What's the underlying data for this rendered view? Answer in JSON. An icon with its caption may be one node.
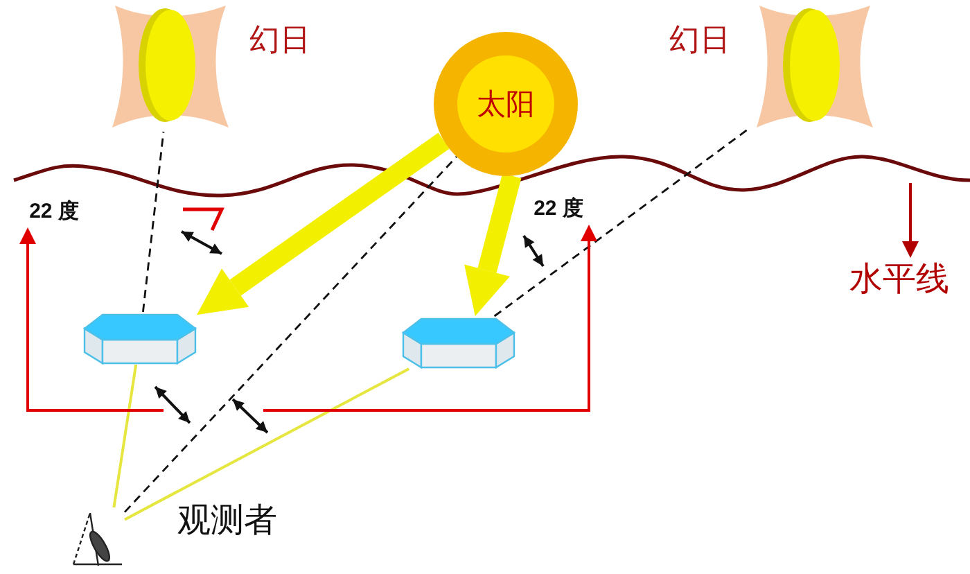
{
  "diagram": {
    "nodes": [
      {
        "text": [
          "太阳"
        ]
      },
      {
        "text": [],
        "shape": "picture",
        "beside": [
          "幻日"
        ]
      },
      {
        "text": [],
        "shape": "picture",
        "beside": [
          "幻日"
        ]
      },
      {
        "text": [],
        "shape": "hexagon"
      },
      {
        "text": [],
        "shape": "hexagon"
      },
      {
        "text": [],
        "shape": "picture",
        "beside": [
          "观测者"
        ]
      },
      {
        "text": [
          "22 度"
        ]
      },
      {
        "text": [
          "22 度"
        ]
      },
      {
        "text": [
          "水平线"
        ]
      }
    ],
    "edges": [
      {
        "from": 0,
        "to": 3,
        "arrow": "to",
        "style": "thick",
        "color": "#f2f000"
      },
      {
        "from": 0,
        "to": 4,
        "arrow": "to",
        "style": "thick",
        "color": "#f2f000"
      },
      {
        "from": 3,
        "to": 5,
        "arrow": "none",
        "color": "#e6e640"
      },
      {
        "from": 4,
        "to": 5,
        "arrow": "none",
        "color": "#e6e640"
      },
      {
        "from": 3,
        "to": 1,
        "arrow": "none",
        "style": "dashed"
      },
      {
        "from": 4,
        "to": 2,
        "arrow": "none",
        "style": "dashed"
      },
      {
        "from": 5,
        "to": 0,
        "arrow": "none",
        "style": "dashed"
      },
      {
        "from": null,
        "to": 6,
        "arrow": "to",
        "color": "#e00000"
      },
      {
        "from": null,
        "to": 7,
        "arrow": "to",
        "color": "#e00000"
      },
      {
        "from": null,
        "to": 8,
        "arrow": "to",
        "color": "#b00000"
      }
    ]
  }
}
